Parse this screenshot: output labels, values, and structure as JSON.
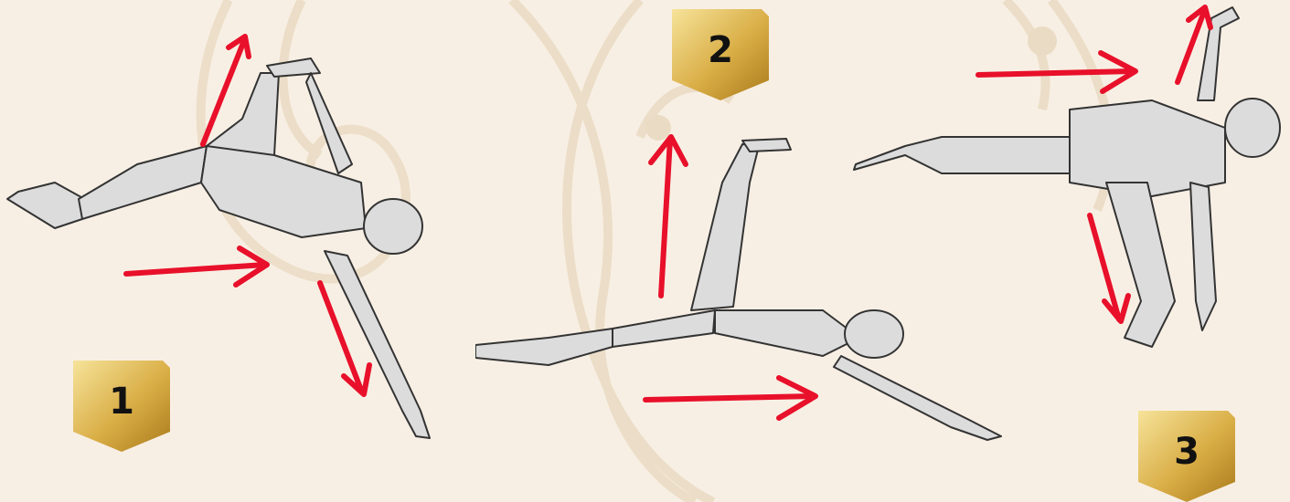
{
  "steps": [
    {
      "number": "1"
    },
    {
      "number": "2"
    },
    {
      "number": "3"
    }
  ],
  "colors": {
    "background": "#f8efe4",
    "ornament": "#e9dcc6",
    "arrow": "#e8102a",
    "badge_light": "#f2d98a",
    "badge_dark": "#b88a22",
    "figure_fill": "#dcdcdc",
    "figure_stroke": "#333333"
  }
}
